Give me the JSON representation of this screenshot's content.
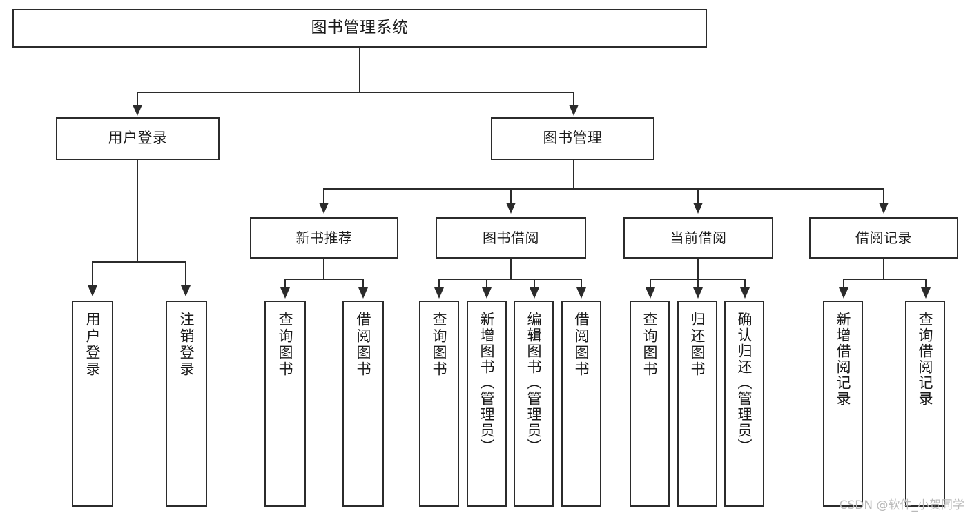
{
  "diagram": {
    "title": "图书管理系统",
    "watermark": "CSDN @软件_小贺同学",
    "line_color": "#2b2b2b",
    "background_color": "#ffffff",
    "text_color": "#1a1a1a"
  },
  "nodes": {
    "root": {
      "label": "图书管理系统"
    },
    "level2": [
      {
        "id": "user-login",
        "label": "用户登录"
      },
      {
        "id": "book-management",
        "label": "图书管理"
      }
    ],
    "level3": [
      {
        "id": "new-book-recommend",
        "label": "新书推荐"
      },
      {
        "id": "book-borrow",
        "label": "图书借阅"
      },
      {
        "id": "current-borrow",
        "label": "当前借阅"
      },
      {
        "id": "borrow-record",
        "label": "借阅记录"
      }
    ],
    "leaves": {
      "user_login": [
        {
          "id": "leaf-user-login",
          "label": "用户登录"
        },
        {
          "id": "leaf-logout-login",
          "label": "注销登录"
        }
      ],
      "new_book_recommend": [
        {
          "id": "leaf-query-book-1",
          "label": "查询图书"
        },
        {
          "id": "leaf-borrow-book-1",
          "label": "借阅图书"
        }
      ],
      "book_borrow": [
        {
          "id": "leaf-query-book-2",
          "label": "查询图书"
        },
        {
          "id": "leaf-add-book",
          "label": "新增图书（管理员）"
        },
        {
          "id": "leaf-edit-book",
          "label": "编辑图书（管理员）"
        },
        {
          "id": "leaf-borrow-book-2",
          "label": "借阅图书"
        }
      ],
      "current_borrow": [
        {
          "id": "leaf-query-book-3",
          "label": "查询图书"
        },
        {
          "id": "leaf-return-book",
          "label": "归还图书"
        },
        {
          "id": "leaf-confirm-return",
          "label": "确认归还（管理员）"
        }
      ],
      "borrow_record": [
        {
          "id": "leaf-add-borrow-record",
          "label": "新增借阅记录"
        },
        {
          "id": "leaf-query-borrow-record",
          "label": "查询借阅记录"
        }
      ]
    }
  }
}
